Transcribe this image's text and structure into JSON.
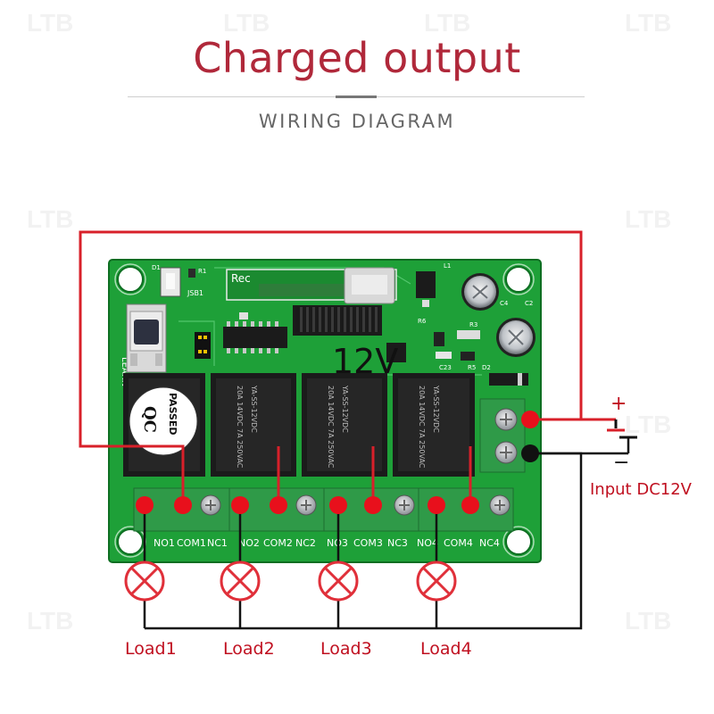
{
  "header": {
    "title": "Charged output",
    "subtitle": "WIRING DIAGRAM"
  },
  "board": {
    "components": {
      "learn_label": "LEARN",
      "rec_label": "Rec",
      "qc_label": "QC",
      "qc_passed": "PASSED",
      "voltage_marking": "12V",
      "d1_label": "D1",
      "r1_label": "R1",
      "jsb1_label": "JSB1",
      "relay_text": "20A 14VDC 7A 250VAC",
      "relay_model": "YA-SS-12VDC",
      "cap_labels": [
        "C4",
        "C2",
        "C23",
        "R5",
        "D2",
        "L1",
        "R6",
        "R3"
      ]
    },
    "terminals": [
      "NO1",
      "COM1",
      "NC1",
      "NO2",
      "COM2",
      "NC2",
      "NO3",
      "COM3",
      "NC3",
      "NO4",
      "COM4",
      "NC4"
    ]
  },
  "power": {
    "plus": "+",
    "minus": "−",
    "label": "Input DC12V"
  },
  "loads": [
    "Load1",
    "Load2",
    "Load3",
    "Load4"
  ],
  "watermark": "LTB",
  "colors": {
    "title": "#b0283a",
    "wire_red": "#d8202a",
    "wire_black": "#111111",
    "pcb_green": "#1ea038",
    "terminal_green": "#2f9a48",
    "lamp": "#e0303a"
  }
}
